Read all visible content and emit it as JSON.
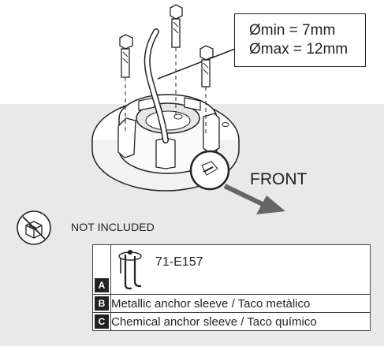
{
  "callout": {
    "line1": "Ømin = 7mm",
    "line2": "Ømax = 12mm"
  },
  "front_label": "FRONT",
  "not_included_label": "NOT INCLUDED",
  "parts": [
    {
      "letter": "A",
      "label": "71-E157"
    },
    {
      "letter": "B",
      "label": "Metallic anchor sleeve / Taco metàlico"
    },
    {
      "letter": "C",
      "label": "Chemical anchor sleeve / Taco químico"
    }
  ]
}
